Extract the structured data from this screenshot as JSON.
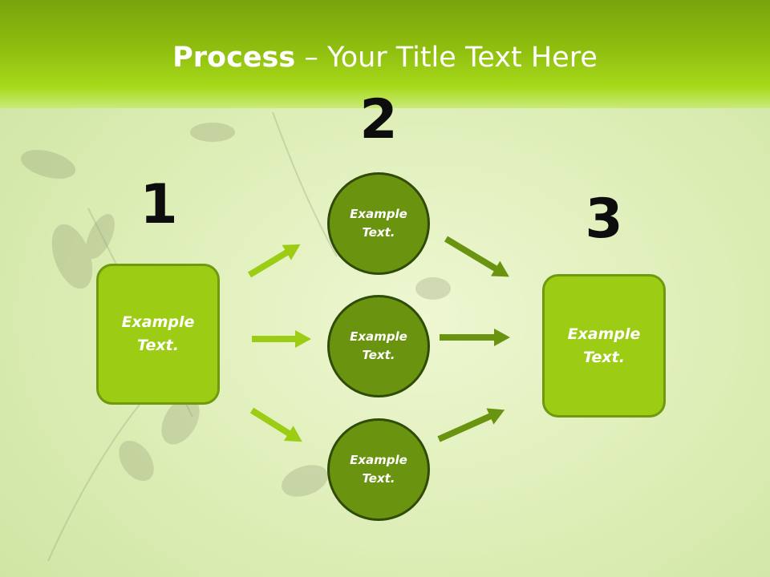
{
  "header": {
    "title_bold": "Process",
    "title_rest": " – Your Title Text Here"
  },
  "steps": {
    "step1": {
      "number": "1",
      "box_line1": "Example",
      "box_line2": "Text."
    },
    "step2": {
      "number": "2",
      "circles": [
        {
          "line1": "Example",
          "line2": "Text."
        },
        {
          "line1": "Example",
          "line2": "Text."
        },
        {
          "line1": "Example",
          "line2": "Text."
        }
      ]
    },
    "step3": {
      "number": "3",
      "box_line1": "Example",
      "box_line2": "Text."
    }
  },
  "colors": {
    "header_green": "#8fbe0f",
    "box_fill": "#9ccd14",
    "circle_fill": "#6a9410",
    "arrow_light": "#9ccd14",
    "arrow_dark": "#6a9410"
  }
}
